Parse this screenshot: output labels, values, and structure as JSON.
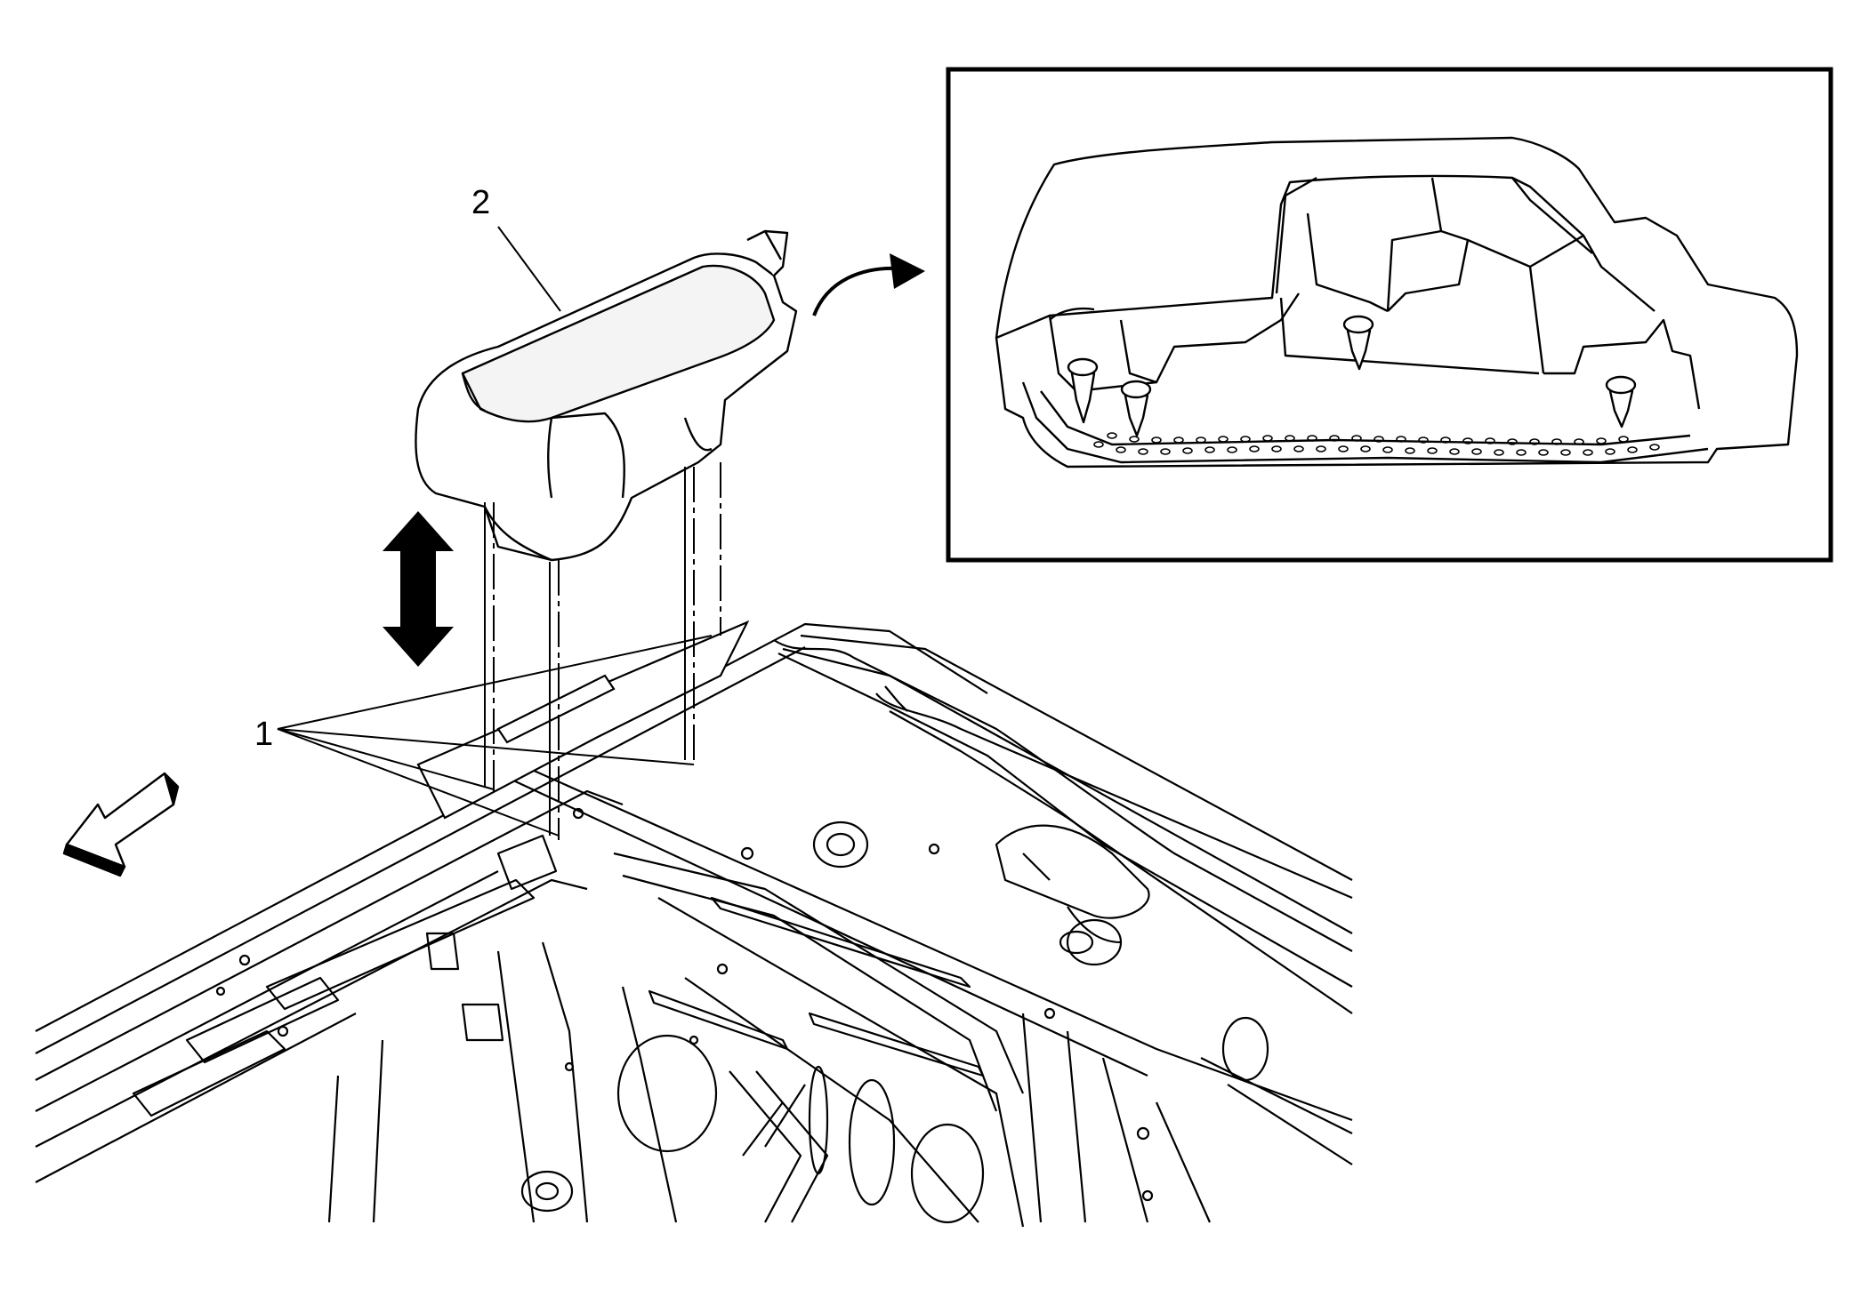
{
  "diagram": {
    "callouts": [
      {
        "id": "1",
        "label": "1"
      },
      {
        "id": "2",
        "label": "2"
      }
    ],
    "colors": {
      "line": "#000000",
      "fill": "#ffffff",
      "shade": "#dcdcdc"
    },
    "icons": {
      "vertical_arrow": "double-headed-arrow-icon",
      "forward_arrow": "vehicle-front-arrow-icon",
      "curved_arrow": "detail-view-arrow-icon"
    }
  }
}
